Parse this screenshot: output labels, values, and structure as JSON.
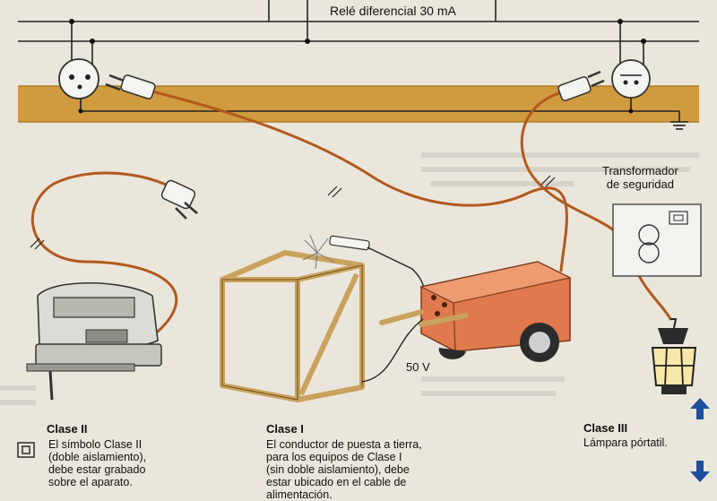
{
  "relay_label": "Relé diferencial 30 mA",
  "transformer_label": "Transformador\nde seguridad",
  "voltage_label": "50 V",
  "class_ii": {
    "title": "Clase II",
    "body": "El símbolo Clase II\n(doble aislamiento),\ndebe estar grabado\nsobre el aparato."
  },
  "class_i": {
    "title": "Clase I",
    "body": "El conductor de puesta a tierra,\npara los equipos de Clase I\n(sin doble aislamiento), debe\nestar ubicado en el cable de\nalimentación."
  },
  "class_iii": {
    "title": "Clase III",
    "body": "Lámpara pórtatil."
  },
  "icons": {
    "up": "arrow-up-icon",
    "down": "arrow-down-icon",
    "class_ii_symbol": "double-square-icon"
  },
  "colors": {
    "wood_beam": "#d09a3e",
    "cable": "#b25a1e",
    "device_body": "#e07a4e",
    "nav_arrow": "#1f4f9c"
  }
}
